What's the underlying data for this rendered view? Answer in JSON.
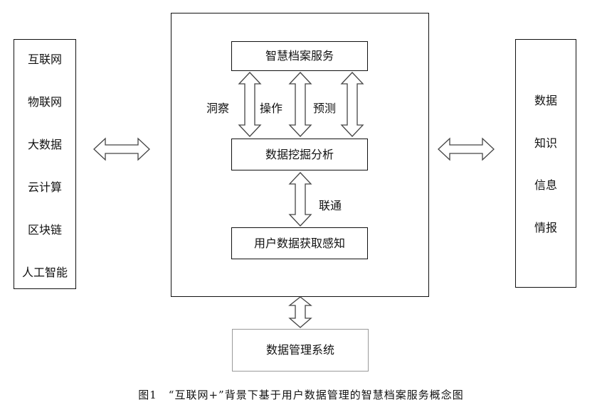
{
  "left_panel": {
    "items": [
      "互联网",
      "物联网",
      "大数据",
      "云计算",
      "区块链",
      "人工智能"
    ]
  },
  "right_panel": {
    "items": [
      "数据",
      "知识",
      "信息",
      "情报"
    ]
  },
  "center": {
    "top": "智慧档案服务",
    "middle": "数据挖掘分析",
    "bottom": "用户数据获取感知",
    "relations_top": [
      "洞察",
      "操作",
      "预测"
    ],
    "relation_bottom": "联通"
  },
  "bottom_box": "数据管理系统",
  "caption": "图1　“互联网+”背景下基于用户数据管理的智慧档案服务概念图"
}
